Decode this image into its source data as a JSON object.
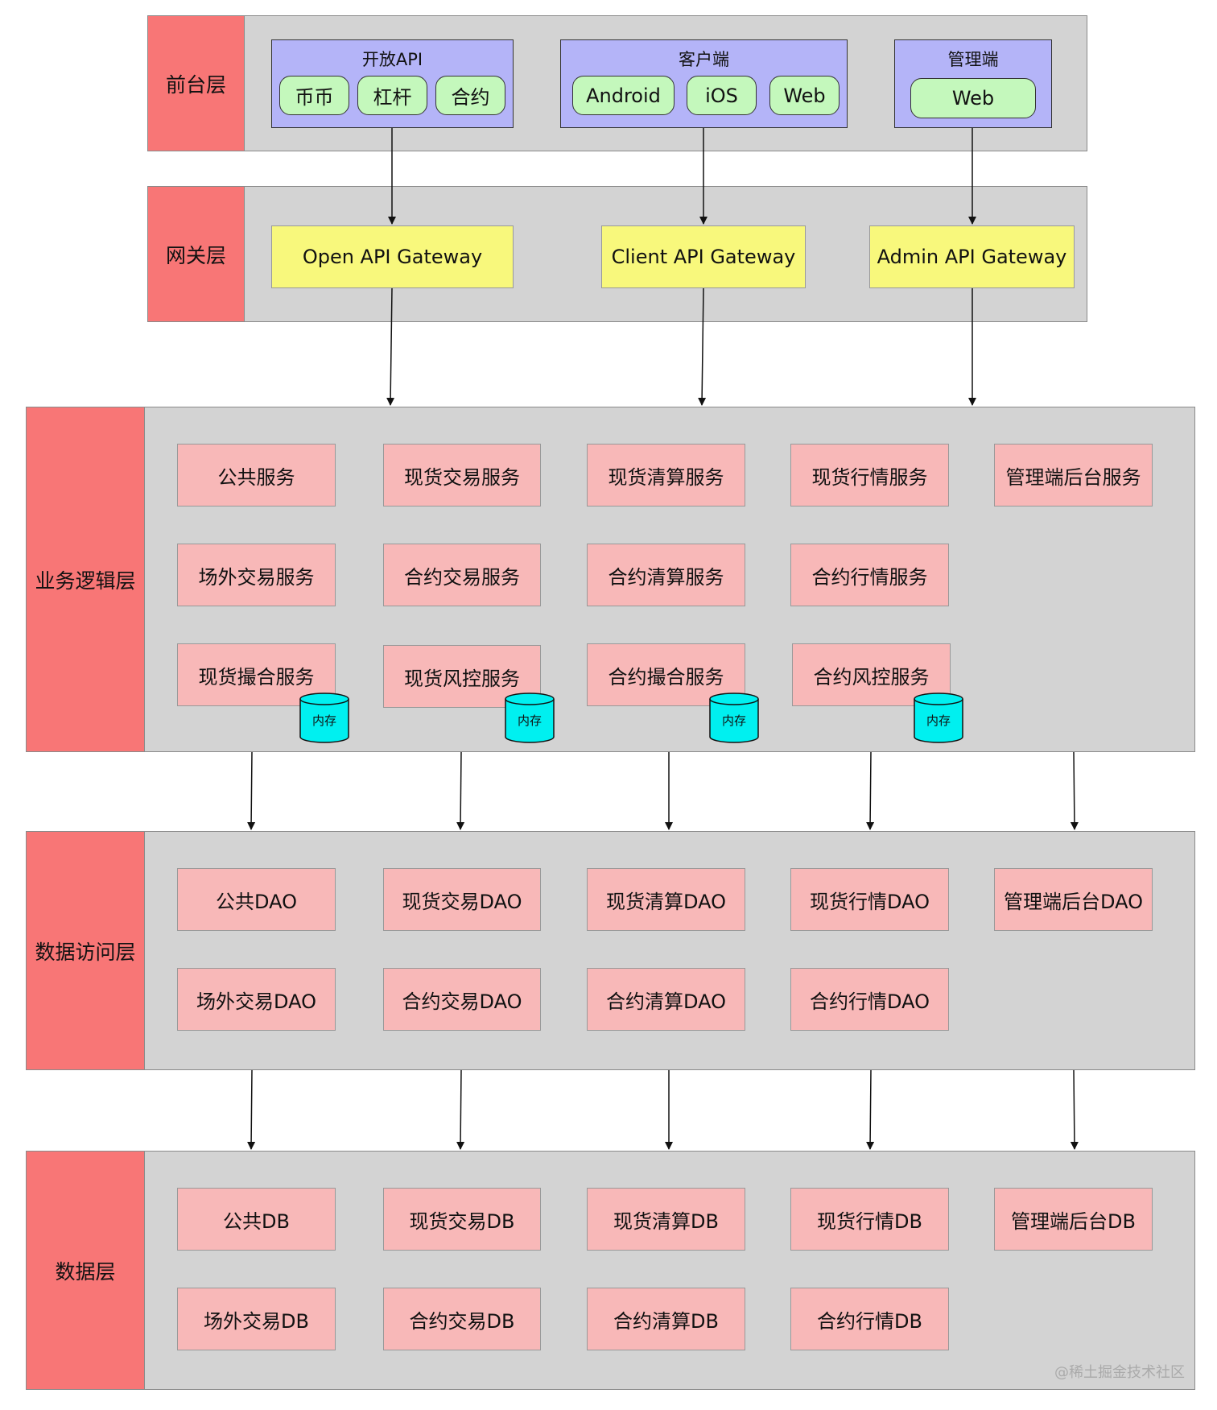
{
  "layers": {
    "front": "前台层",
    "gateway": "网关层",
    "business": "业务逻辑层",
    "dao": "数据访问层",
    "data": "数据层"
  },
  "front": {
    "openapi": {
      "title": "开放API",
      "items": [
        "币币",
        "杠杆",
        "合约"
      ]
    },
    "client": {
      "title": "客户端",
      "items": [
        "Android",
        "iOS",
        "Web"
      ]
    },
    "admin": {
      "title": "管理端",
      "items": [
        "Web"
      ]
    }
  },
  "gateways": [
    "Open API Gateway",
    "Client API Gateway",
    "Admin API Gateway"
  ],
  "business": {
    "row1": [
      "公共服务",
      "现货交易服务",
      "现货清算服务",
      "现货行情服务",
      "管理端后台服务"
    ],
    "row2": [
      "场外交易服务",
      "合约交易服务",
      "合约清算服务",
      "合约行情服务"
    ],
    "row3": [
      "现货撮合服务",
      "现货风控服务",
      "合约撮合服务",
      "合约风控服务"
    ],
    "memory_label": "内存"
  },
  "dao": {
    "row1": [
      "公共DAO",
      "现货交易DAO",
      "现货清算DAO",
      "现货行情DAO",
      "管理端后台DAO"
    ],
    "row2": [
      "场外交易DAO",
      "合约交易DAO",
      "合约清算DAO",
      "合约行情DAO"
    ]
  },
  "db": {
    "row1": [
      "公共DB",
      "现货交易DB",
      "现货清算DB",
      "现货行情DB",
      "管理端后台DB"
    ],
    "row2": [
      "场外交易DB",
      "合约交易DB",
      "合约清算DB",
      "合约行情DB"
    ]
  },
  "watermark": "@稀土掘金技术社区",
  "colors": {
    "layer_bg": "#d3d3d3",
    "layer_label": "#f87676",
    "group_bg": "#b4b4f8",
    "pill_bg": "#c4f8bc",
    "gateway_bg": "#f8f87c",
    "service_bg": "#f8b8b8",
    "memory_bg": "#00f0f0"
  }
}
